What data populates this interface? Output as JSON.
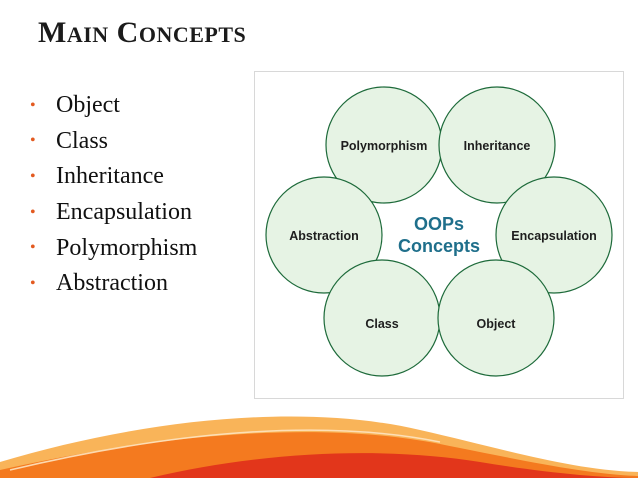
{
  "slide": {
    "title_first": "M",
    "title_first_rest": "AIN",
    "title_second": "C",
    "title_second_rest": "ONCEPTS",
    "bullets": [
      "Object",
      "Class",
      "Inheritance",
      "Encapsulation",
      "Polymorphism",
      "Abstraction"
    ]
  },
  "diagram": {
    "center_line1": "OOPs",
    "center_line2": "Concepts",
    "nodes": [
      "Polymorphism",
      "Inheritance",
      "Abstraction",
      "Encapsulation",
      "Class",
      "Object"
    ]
  },
  "colors": {
    "bullet": "#e35a20",
    "circle_fill": "#e6f3e4",
    "circle_stroke": "#1d6a3a",
    "center_text": "#1f6f8b",
    "swoosh_orange": "#f47a1f",
    "swoosh_red": "#e2361b"
  }
}
